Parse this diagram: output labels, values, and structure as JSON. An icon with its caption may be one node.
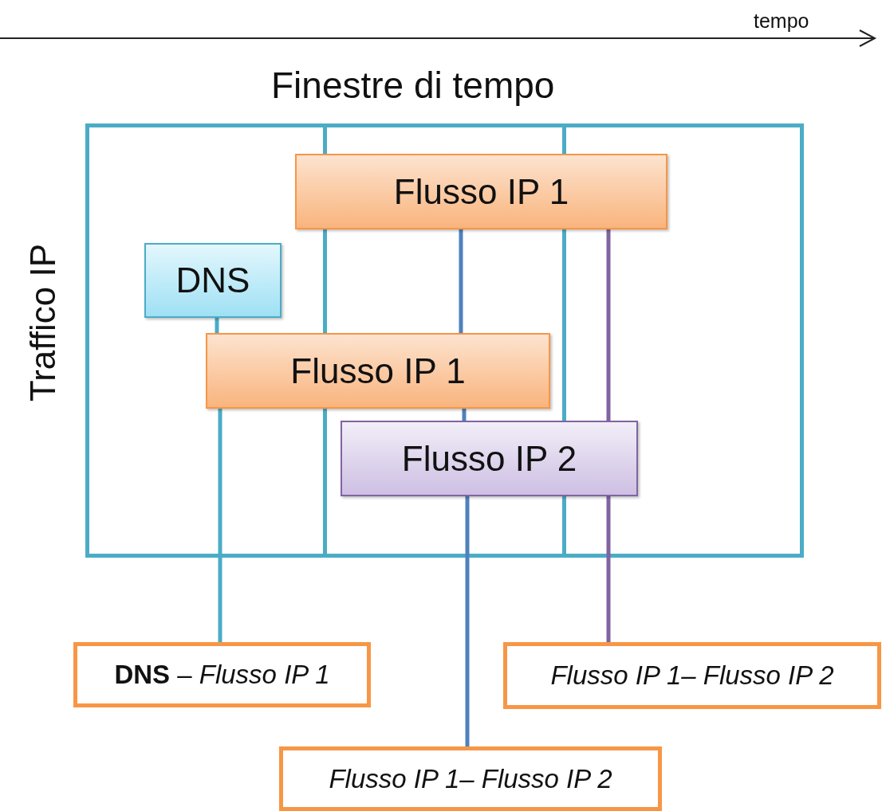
{
  "diagram": {
    "title": "Finestre di tempo",
    "nodes": [
      {
        "text": [
          "Flusso IP 1"
        ]
      },
      {
        "text": [
          "DNS"
        ]
      },
      {
        "text": [
          "Flusso IP 1"
        ]
      },
      {
        "text": [
          "Flusso IP 2"
        ]
      },
      {
        "text": [
          "**DNS** – *Flusso IP 1*"
        ]
      },
      {
        "text": [
          "Flusso IP 1– Flusso IP 2"
        ]
      },
      {
        "text": [
          "Flusso IP 1– Flusso IP 2"
        ]
      }
    ],
    "edges": [
      {
        "from": 1,
        "to": 2,
        "arrow": "none",
        "color": "#4bacc6"
      },
      {
        "from": 2,
        "to": 4,
        "arrow": "none",
        "color": "#4bacc6"
      },
      {
        "from": 0,
        "to": 2,
        "arrow": "none",
        "color": "#4f81bd"
      },
      {
        "from": 2,
        "to": 3,
        "arrow": "none",
        "color": "#4f81bd"
      },
      {
        "from": 3,
        "to": 5,
        "arrow": "none",
        "color": "#4f81bd"
      },
      {
        "from": 0,
        "to": 3,
        "arrow": "none",
        "color": "#8064a2"
      },
      {
        "from": 3,
        "to": 6,
        "arrow": "none",
        "color": "#8064a2"
      }
    ],
    "labels": [
      "tempo",
      "Traffico IP"
    ]
  }
}
